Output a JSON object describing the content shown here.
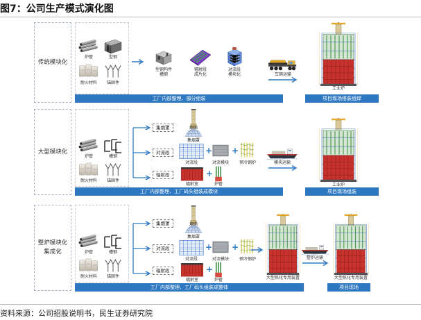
{
  "figure": {
    "title": "图7：公司生产模式演化图",
    "source": "资料来源：公司招股说明书，民生证券研究院"
  },
  "rows": [
    {
      "label": "传统模块化",
      "materials": [
        "炉管",
        "型钢",
        "耐火材料",
        "锚固件"
      ],
      "parts": [
        "型钢构件\n槽钢",
        "辐射段\n成片化",
        "对流段\n模块化"
      ],
      "transport": "车辆运输",
      "result": "工业炉",
      "workshop_band": "工厂内部整理、部分组装",
      "site_band": "项目现场搭装组焊"
    },
    {
      "label": "大型模块化",
      "materials": [
        "炉管",
        "槽钢",
        "耐火材料",
        "锚固件"
      ],
      "tags": [
        "集烟罩",
        "对流段",
        "辐射段"
      ],
      "parts": [
        "烟囱",
        "集烟罩",
        "对流段",
        "对流模块",
        "预冷钢炉",
        "辐射室",
        "炉管"
      ],
      "transport": "模块运输",
      "result": "工业炉",
      "workshop_band": "工厂内部整理、工厂码头组装成模块",
      "site_band": "项目现场组装"
    },
    {
      "label": "整炉模块化\n集成化",
      "materials": [
        "炉管",
        "槽钢",
        "耐火材料",
        "锚固件"
      ],
      "tags": [
        "集烟罩",
        "对流段",
        "辐射段"
      ],
      "parts": [
        "烟囱",
        "集烟罩",
        "对流段",
        "对流模块",
        "预冷钢炉",
        "辐射室",
        "炉管"
      ],
      "mid_result": "大型炼化专用装置",
      "transport": "整炉运输",
      "result": "大型炼化专用装置",
      "workshop_band": "工厂内部整理、工厂码头组装成整体",
      "site_band": "项目现场"
    }
  ],
  "colors": {
    "band": "#2e78c2",
    "furnace_red": "#c8322d",
    "furnace_green": "#4f9a52",
    "frame_blue": "#4a7fd1",
    "crane_yellow": "#e0a92a"
  },
  "icons": [
    "pipe-bundle-icon",
    "steel-beam-icon",
    "refractory-brick-icon",
    "anchor-icon",
    "truck-icon",
    "ship-icon",
    "furnace-icon",
    "chimney-icon",
    "convection-module-icon"
  ]
}
